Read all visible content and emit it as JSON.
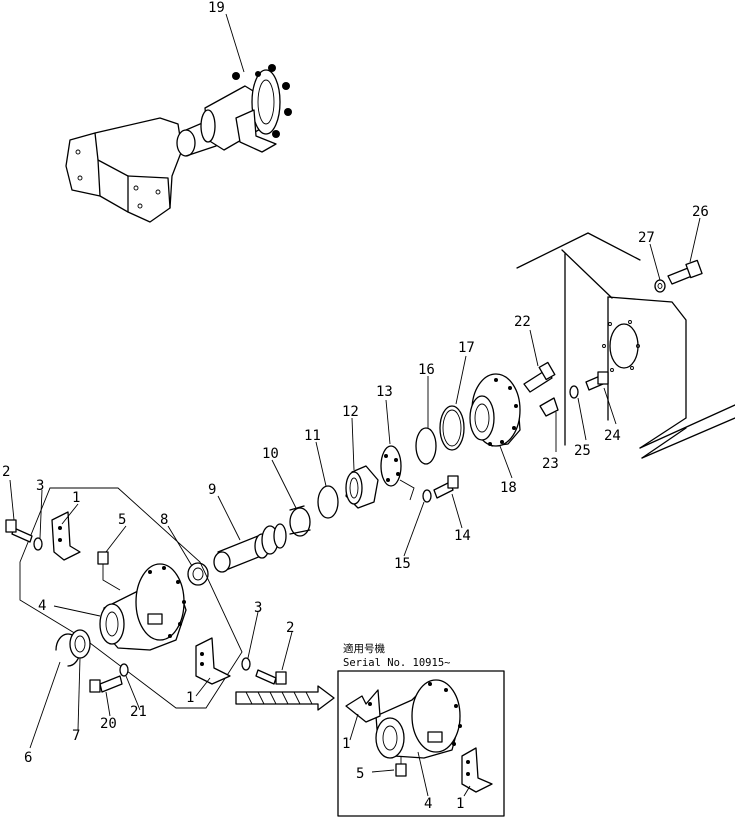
{
  "diagram": {
    "callouts": {
      "c1a": "1",
      "c1b": "1",
      "c1c": "1",
      "c1d": "1",
      "c2a": "2",
      "c2b": "2",
      "c3a": "3",
      "c3b": "3",
      "c4a": "4",
      "c4b": "4",
      "c5a": "5",
      "c5b": "5",
      "c6": "6",
      "c7": "7",
      "c8": "8",
      "c9": "9",
      "c10": "10",
      "c11": "11",
      "c12": "12",
      "c13": "13",
      "c14": "14",
      "c15": "15",
      "c16": "16",
      "c17": "17",
      "c18": "18",
      "c19": "19",
      "c20": "20",
      "c21": "21",
      "c22": "22",
      "c23": "23",
      "c24": "24",
      "c25": "25",
      "c26": "26",
      "c27": "27"
    },
    "inset": {
      "heading": "適用号機",
      "serial": "Serial No. 10915~"
    }
  }
}
